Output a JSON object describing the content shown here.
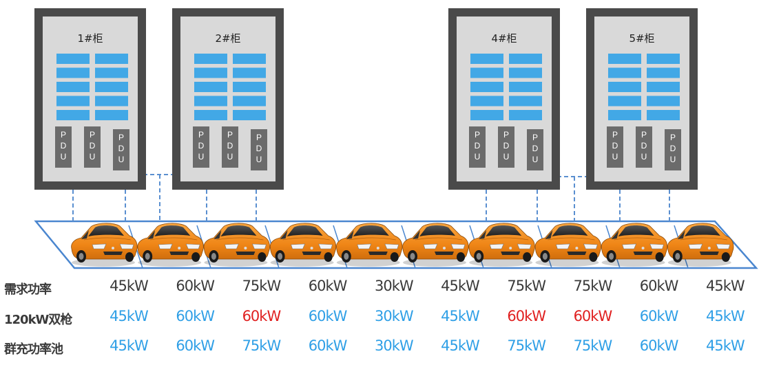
{
  "cabinets": [
    {
      "label": "1#柜",
      "pdus": [
        "PDU",
        "PDU",
        "PDU"
      ]
    },
    {
      "label": "2#柜",
      "pdus": [
        "PDU",
        "PDU",
        "PDU"
      ]
    },
    {
      "label": "4#柜",
      "pdus": [
        "PDU",
        "PDU",
        "PDU"
      ]
    },
    {
      "label": "5#柜",
      "pdus": [
        "PDU",
        "PDU",
        "PDU"
      ]
    }
  ],
  "car_count": 10,
  "colors": {
    "cabinet_frame": "#4a4a4a",
    "cabinet_inner": "#d9d9d9",
    "module": "#42a8e6",
    "pdu": "#6b6b6b",
    "dashed_line": "#5a8fd0",
    "parking_outline": "#4a86cf",
    "car_body": "#f08a1c",
    "row_default": "#3a3a3a",
    "row_blue": "#2f9fe6",
    "row_red": "#e02020"
  },
  "table": {
    "rows": [
      {
        "label": "需求功率",
        "cells": [
          {
            "text": "45kW",
            "color": "default"
          },
          {
            "text": "60kW",
            "color": "default"
          },
          {
            "text": "75kW",
            "color": "default"
          },
          {
            "text": "60kW",
            "color": "default"
          },
          {
            "text": "30kW",
            "color": "default"
          },
          {
            "text": "45kW",
            "color": "default"
          },
          {
            "text": "75kW",
            "color": "default"
          },
          {
            "text": "75kW",
            "color": "default"
          },
          {
            "text": "60kW",
            "color": "default"
          },
          {
            "text": "45kW",
            "color": "default"
          }
        ]
      },
      {
        "label": "120kW双枪",
        "cells": [
          {
            "text": "45kW",
            "color": "blue"
          },
          {
            "text": "60kW",
            "color": "blue"
          },
          {
            "text": "60kW",
            "color": "red"
          },
          {
            "text": "60kW",
            "color": "blue"
          },
          {
            "text": "30kW",
            "color": "blue"
          },
          {
            "text": "45kW",
            "color": "blue"
          },
          {
            "text": "60kW",
            "color": "red"
          },
          {
            "text": "60kW",
            "color": "red"
          },
          {
            "text": "60kW",
            "color": "blue"
          },
          {
            "text": "45kW",
            "color": "blue"
          }
        ]
      },
      {
        "label": "群充功率池",
        "cells": [
          {
            "text": "45kW",
            "color": "blue"
          },
          {
            "text": "60kW",
            "color": "blue"
          },
          {
            "text": "75kW",
            "color": "blue"
          },
          {
            "text": "60kW",
            "color": "blue"
          },
          {
            "text": "30kW",
            "color": "blue"
          },
          {
            "text": "45kW",
            "color": "blue"
          },
          {
            "text": "75kW",
            "color": "blue"
          },
          {
            "text": "75kW",
            "color": "blue"
          },
          {
            "text": "60kW",
            "color": "blue"
          },
          {
            "text": "45kW",
            "color": "blue"
          }
        ]
      }
    ]
  }
}
